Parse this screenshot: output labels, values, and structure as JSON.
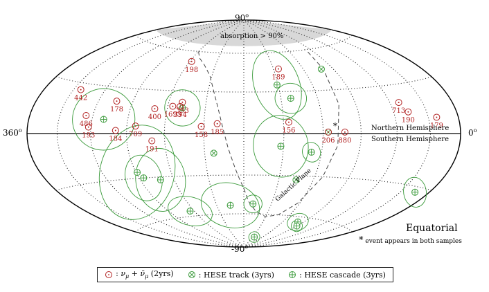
{
  "chart_data": {
    "type": "scatter",
    "projection": "Hammer-Aitoff (equatorial)",
    "axes": {
      "ra_left_label": "360",
      "ra_right_label": "0",
      "dec_top_label": "90",
      "dec_bottom_label": "-90",
      "degree_symbol": "o",
      "ra_range_deg": [
        360,
        0
      ],
      "dec_range_deg": [
        -90,
        90
      ],
      "grid": true
    },
    "text": {
      "title": "Equatorial",
      "absorption_label": "absorption > 90%",
      "northern_label": "Northern Hemisphere",
      "southern_label": "Southern Hemisphere",
      "galactic_plane_label": "Galactic Plane",
      "footnote_star": "*",
      "footnote_text": "event appears in both samples"
    },
    "legend": [
      {
        "key": "numu",
        "label_math": "ν_μ + ν̄_μ",
        "label_suffix": "(2yrs)",
        "color": "#b22222"
      },
      {
        "key": "track",
        "label": ": HESE track (3yrs)",
        "color": "#3a9a3a"
      },
      {
        "key": "cascade",
        "label": ": HESE cascade (3yrs)",
        "color": "#3a9a3a"
      }
    ],
    "series": [
      {
        "name": "νμ + ν̄μ (2yrs)",
        "marker": "circle-dot",
        "color": "#b22222",
        "points": [
          {
            "label": "442",
            "ra": 323,
            "dec": 26
          },
          {
            "label": "486",
            "ra": 306,
            "dec": 11
          },
          {
            "label": "193",
            "ra": 302,
            "dec": 4
          },
          {
            "label": "178",
            "ra": 284,
            "dec": 21
          },
          {
            "label": "184",
            "ra": 279,
            "dec": 2
          },
          {
            "label": "709",
            "ra": 263,
            "dec": 5
          },
          {
            "label": "198",
            "ra": 238,
            "dec": 52
          },
          {
            "label": "400",
            "ra": 250,
            "dec": 17
          },
          {
            "label": "191",
            "ra": 250,
            "dec": -5
          },
          {
            "label": "1693",
            "ra": 236,
            "dec": 19
          },
          {
            "label": "393",
            "ra": 229,
            "dec": 22
          },
          {
            "label": "394",
            "ra": 230,
            "dec": 19
          },
          {
            "label": "158",
            "ra": 212,
            "dec": 5
          },
          {
            "label": "185",
            "ra": 200,
            "dec": 7
          },
          {
            "label": "189",
            "ra": 145,
            "dec": 47
          },
          {
            "label": "156",
            "ra": 146,
            "dec": 8
          },
          {
            "label": "206",
            "ra": 116,
            "dec": 1
          },
          {
            "label": "880",
            "ra": 103,
            "dec": 1
          },
          {
            "label": "713",
            "ra": 52,
            "dec": 19
          },
          {
            "label": "190",
            "ra": 47,
            "dec": 13
          },
          {
            "label": "179",
            "ra": 22,
            "dec": 9
          }
        ]
      },
      {
        "name": "HESE track (3yrs)",
        "marker": "circle-x",
        "color": "#3a9a3a",
        "points": [
          {
            "ra": 203,
            "dec": -14
          },
          {
            "ra": 116,
            "dec": 1
          },
          {
            "ra": 102,
            "dec": 45
          },
          {
            "ra": 135,
            "dec": -33
          }
        ]
      },
      {
        "name": "HESE cascade (3yrs)",
        "marker": "circle-plus",
        "color": "#3a9a3a",
        "points": [
          {
            "ra": 290,
            "dec": 9,
            "err": [
              26,
              20
            ]
          },
          {
            "ra": 269,
            "dec": -26,
            "err": [
              32,
              32
            ]
          },
          {
            "ra": 252,
            "dec": -32,
            "err": [
              22,
              22
            ]
          },
          {
            "ra": 266,
            "dec": -30,
            "err": [
              16,
              16
            ]
          },
          {
            "ra": 245,
            "dec": -56,
            "err": [
              28,
              11
            ]
          },
          {
            "ra": 228,
            "dec": 18,
            "err": [
              14,
              13
            ]
          },
          {
            "ra": 151,
            "dec": 35,
            "err": [
              20,
              28
            ]
          },
          {
            "ra": 142,
            "dec": 25,
            "err": [
              13,
              11
            ]
          },
          {
            "ra": 152,
            "dec": -9,
            "err": [
              21,
              22
            ]
          },
          {
            "ra": 128,
            "dec": -13,
            "err": [
              7,
              7
            ]
          },
          {
            "ra": 195,
            "dec": -53,
            "err": [
              33,
              17
            ]
          },
          {
            "ra": 170,
            "dec": -52,
            "err": [
              10,
              7
            ]
          },
          {
            "ra": 98,
            "dec": -64,
            "err": [
              19,
              7
            ]
          },
          {
            "ra": 90,
            "dec": -67,
            "err": [
              7,
              5
            ]
          },
          {
            "ra": 15,
            "dec": -33,
            "err": [
              16,
              9
            ]
          },
          {
            "ra": 145,
            "dec": -80,
            "err": [
              15,
              5
            ]
          }
        ]
      }
    ]
  }
}
